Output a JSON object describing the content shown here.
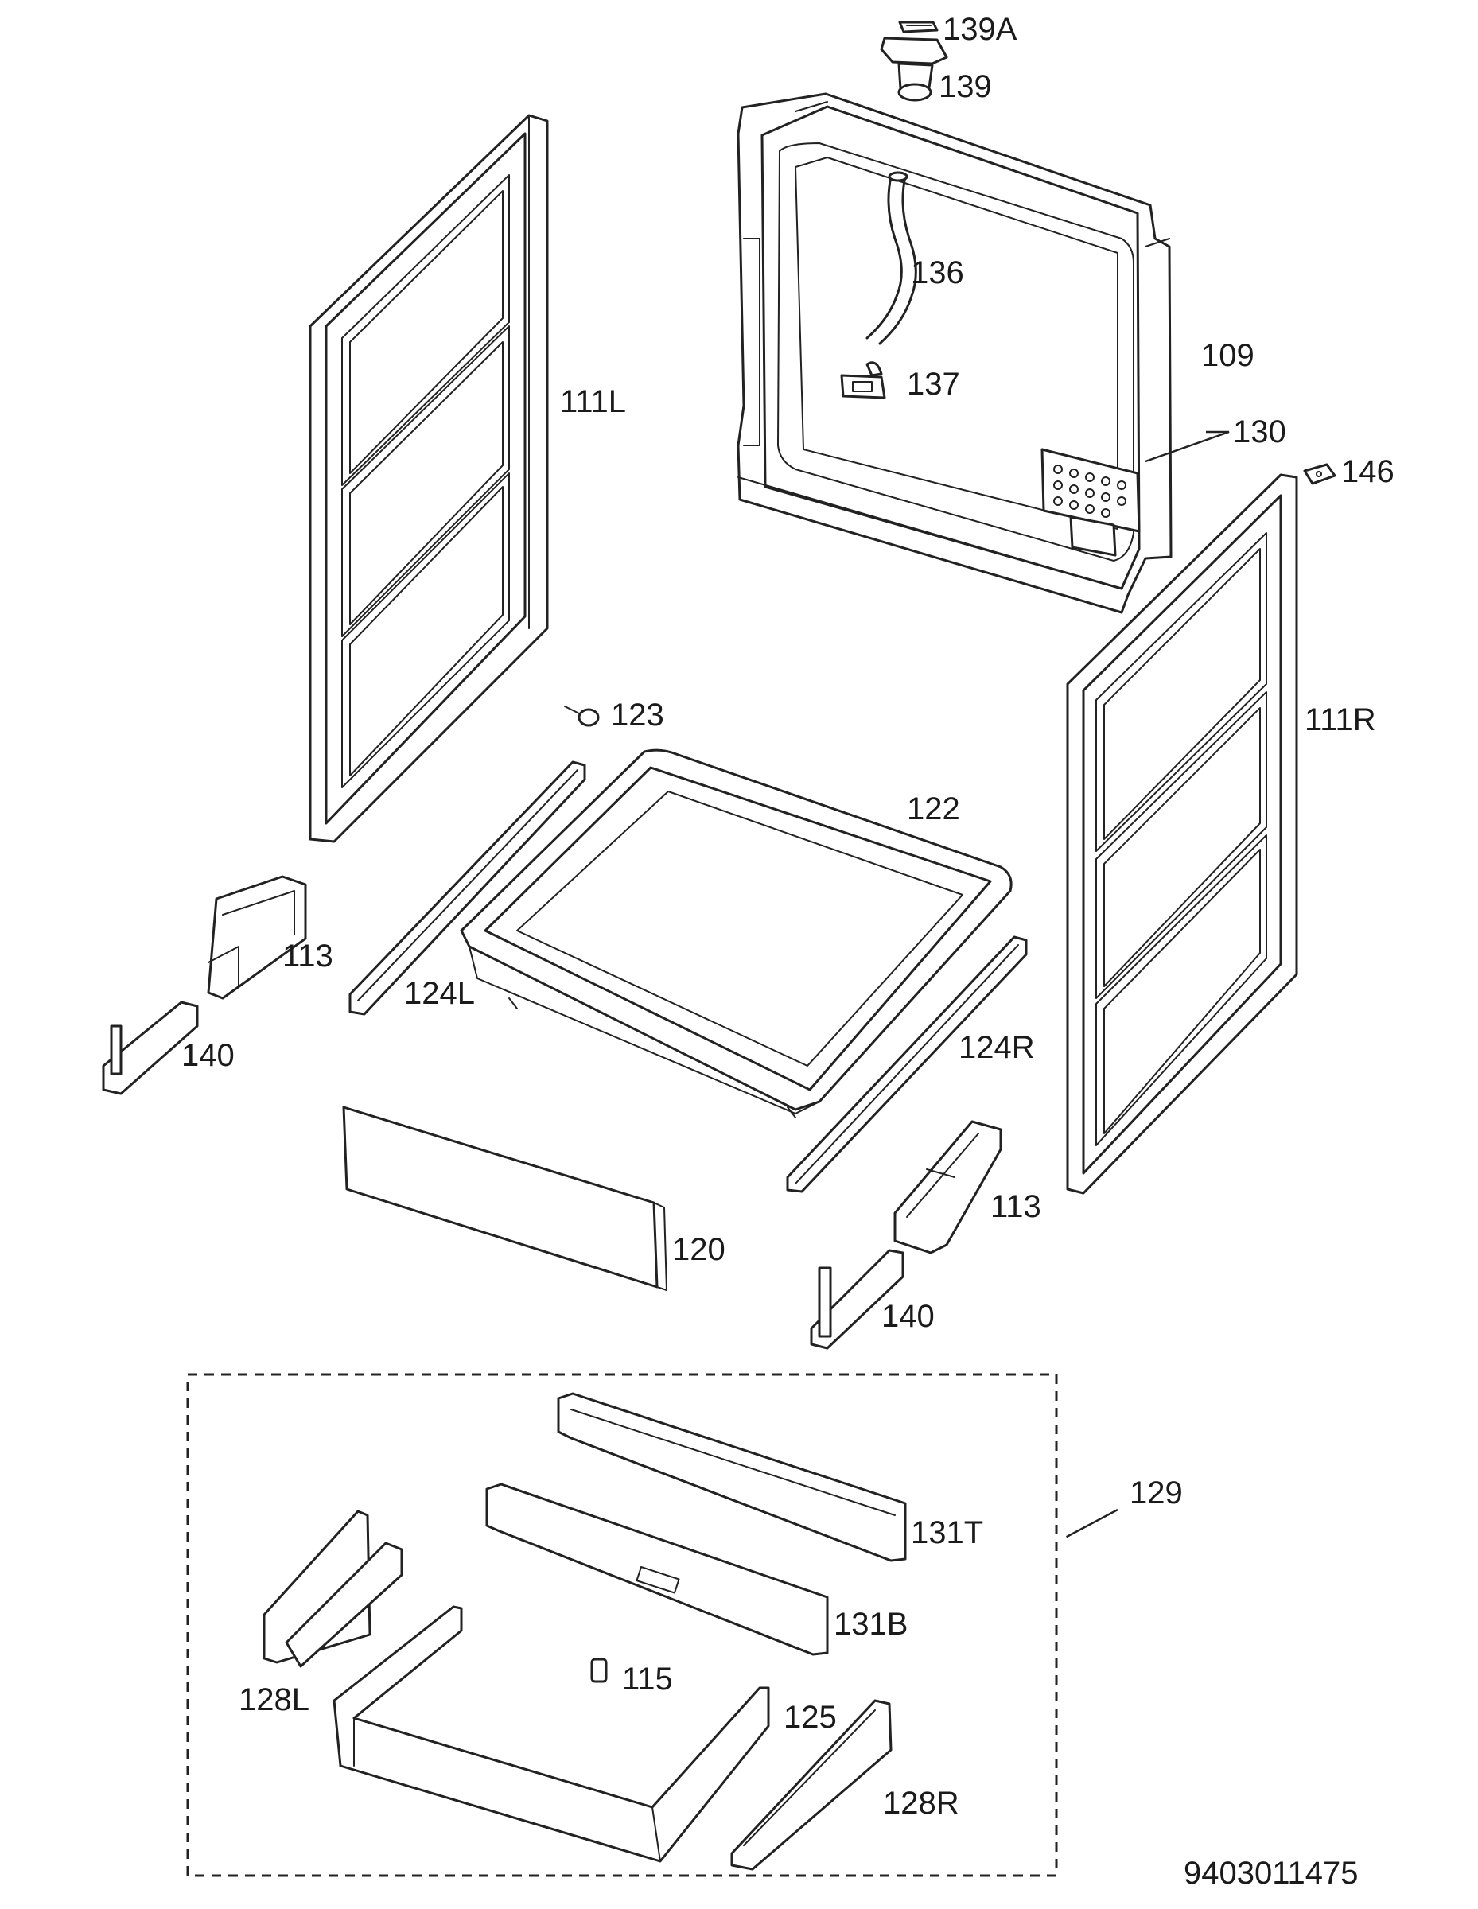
{
  "labels": {
    "p139A": "139A",
    "p139": "139",
    "p136": "136",
    "p137": "137",
    "p109": "109",
    "p130": "130",
    "p146": "146",
    "p111L": "111L",
    "p111R": "111R",
    "p123": "123",
    "p122": "122",
    "p113a": "113",
    "p124L": "124L",
    "p140a": "140",
    "p124R": "124R",
    "p120": "120",
    "p113b": "113",
    "p140b": "140",
    "p129": "129",
    "p131T": "131T",
    "p131B": "131B",
    "p128L": "128L",
    "p115": "115",
    "p125": "125",
    "p128R": "128R"
  },
  "document_number": "9403011475"
}
